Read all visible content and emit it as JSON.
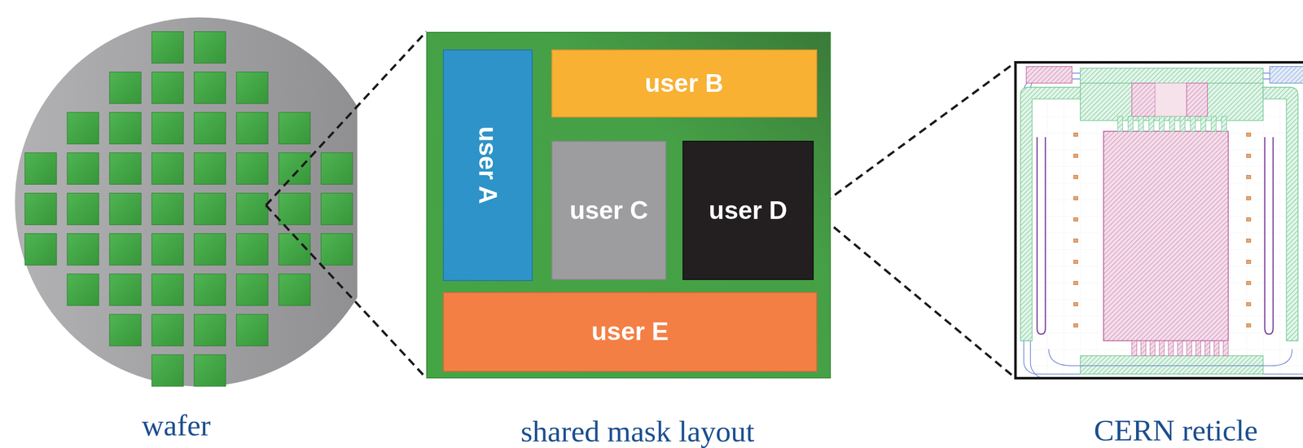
{
  "diagram": {
    "nodes": [
      {
        "text": [
          "wafer"
        ]
      },
      {
        "text": [
          "shared mask layout"
        ]
      },
      {
        "text": [
          "user A"
        ],
        "in": 1
      },
      {
        "text": [
          "user B"
        ],
        "in": 1
      },
      {
        "text": [
          "user C"
        ],
        "in": 1
      },
      {
        "text": [
          "user D"
        ],
        "in": 1
      },
      {
        "text": [
          "user E"
        ],
        "in": 1
      },
      {
        "text": [
          "CERN reticle"
        ]
      }
    ],
    "edges": [
      {
        "from": 0,
        "to": 1,
        "arrow": "none"
      },
      {
        "from": 5,
        "to": 7,
        "arrow": "none"
      }
    ]
  }
}
